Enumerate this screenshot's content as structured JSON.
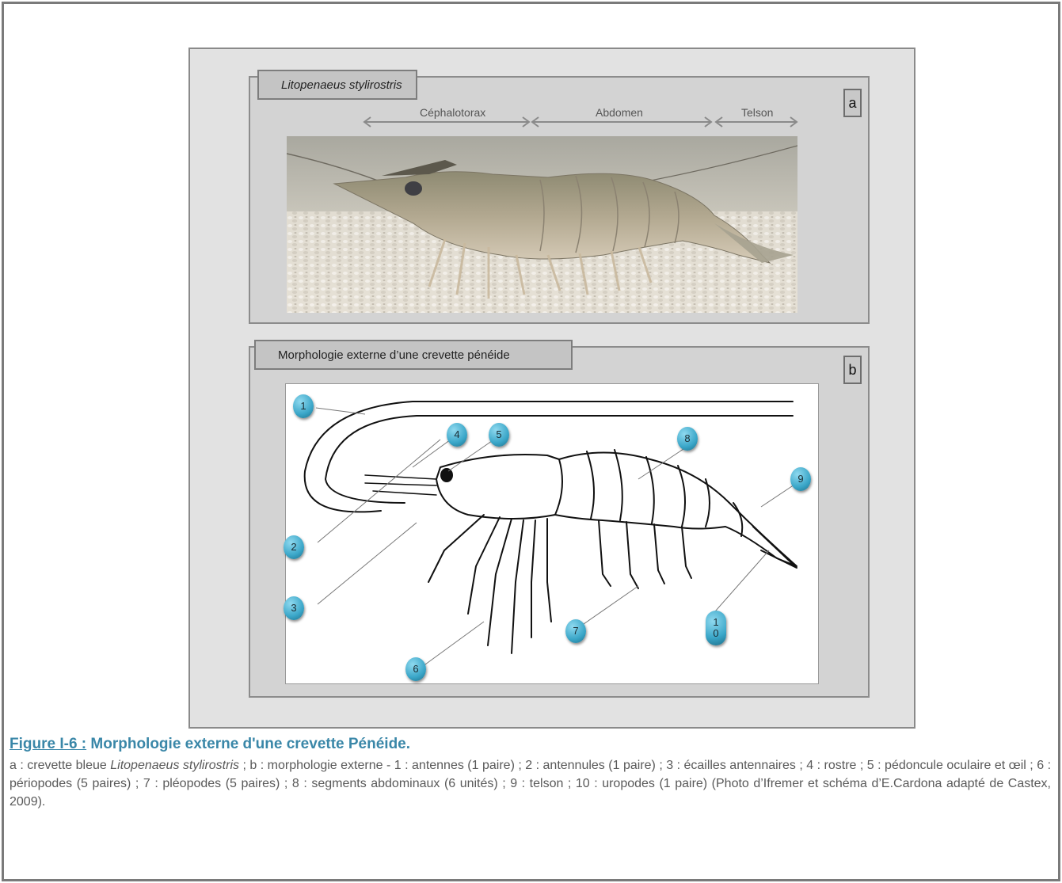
{
  "panel_a": {
    "tab_label": "Litopenaeus stylirostris",
    "corner_letter": "a",
    "regions": [
      "Céphalotorax",
      "Abdomen",
      "Telson"
    ]
  },
  "panel_b": {
    "tab_label": "Morphologie externe d’une crevette pénéide",
    "corner_letter": "b",
    "markers": [
      "1",
      "2",
      "3",
      "4",
      "5",
      "6",
      "7",
      "8",
      "9",
      "1\n0"
    ]
  },
  "caption": {
    "title_prefix": "Figure I-6 :",
    "title_text": " Morphologie externe d'une crevette Pénéide.",
    "body_1": "a : crevette bleue ",
    "body_species": "Litopenaeus stylirostris",
    "body_2": " ; b : morphologie externe - 1 : antennes  (1 paire) ; 2 : antennules (1 paire) ; 3 : écailles antennaires ; 4 : rostre ; 5 : pédoncule oculaire et œil ; 6 : périopodes (5 paires) ; 7 : pléopodes (5 paires) ; 8 : segments abdominaux (6 unités) ;  9 : telson ; 10 : uropodes (1 paire) (Photo d’Ifremer et schéma d’E.Cardona adapté de Castex, 2009)."
  },
  "colors": {
    "marker_fill": "#3aa6c8",
    "caption_title": "#3a87a8"
  }
}
